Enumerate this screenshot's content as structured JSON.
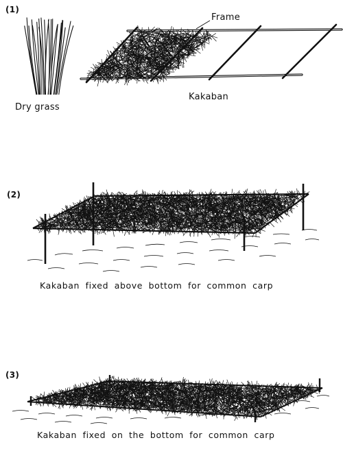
{
  "panels": [
    {
      "number": "(1)",
      "labels": {
        "dry_grass": "Dry grass",
        "frame": "Frame",
        "kakaban": "Kakaban"
      }
    },
    {
      "number": "(2)",
      "caption": "Kakaban fixed above bottom for common carp"
    },
    {
      "number": "(3)",
      "caption": "Kakaban fixed on the bottom for common carp"
    }
  ],
  "colors": {
    "ink": "#111111",
    "paper": "#ffffff"
  }
}
